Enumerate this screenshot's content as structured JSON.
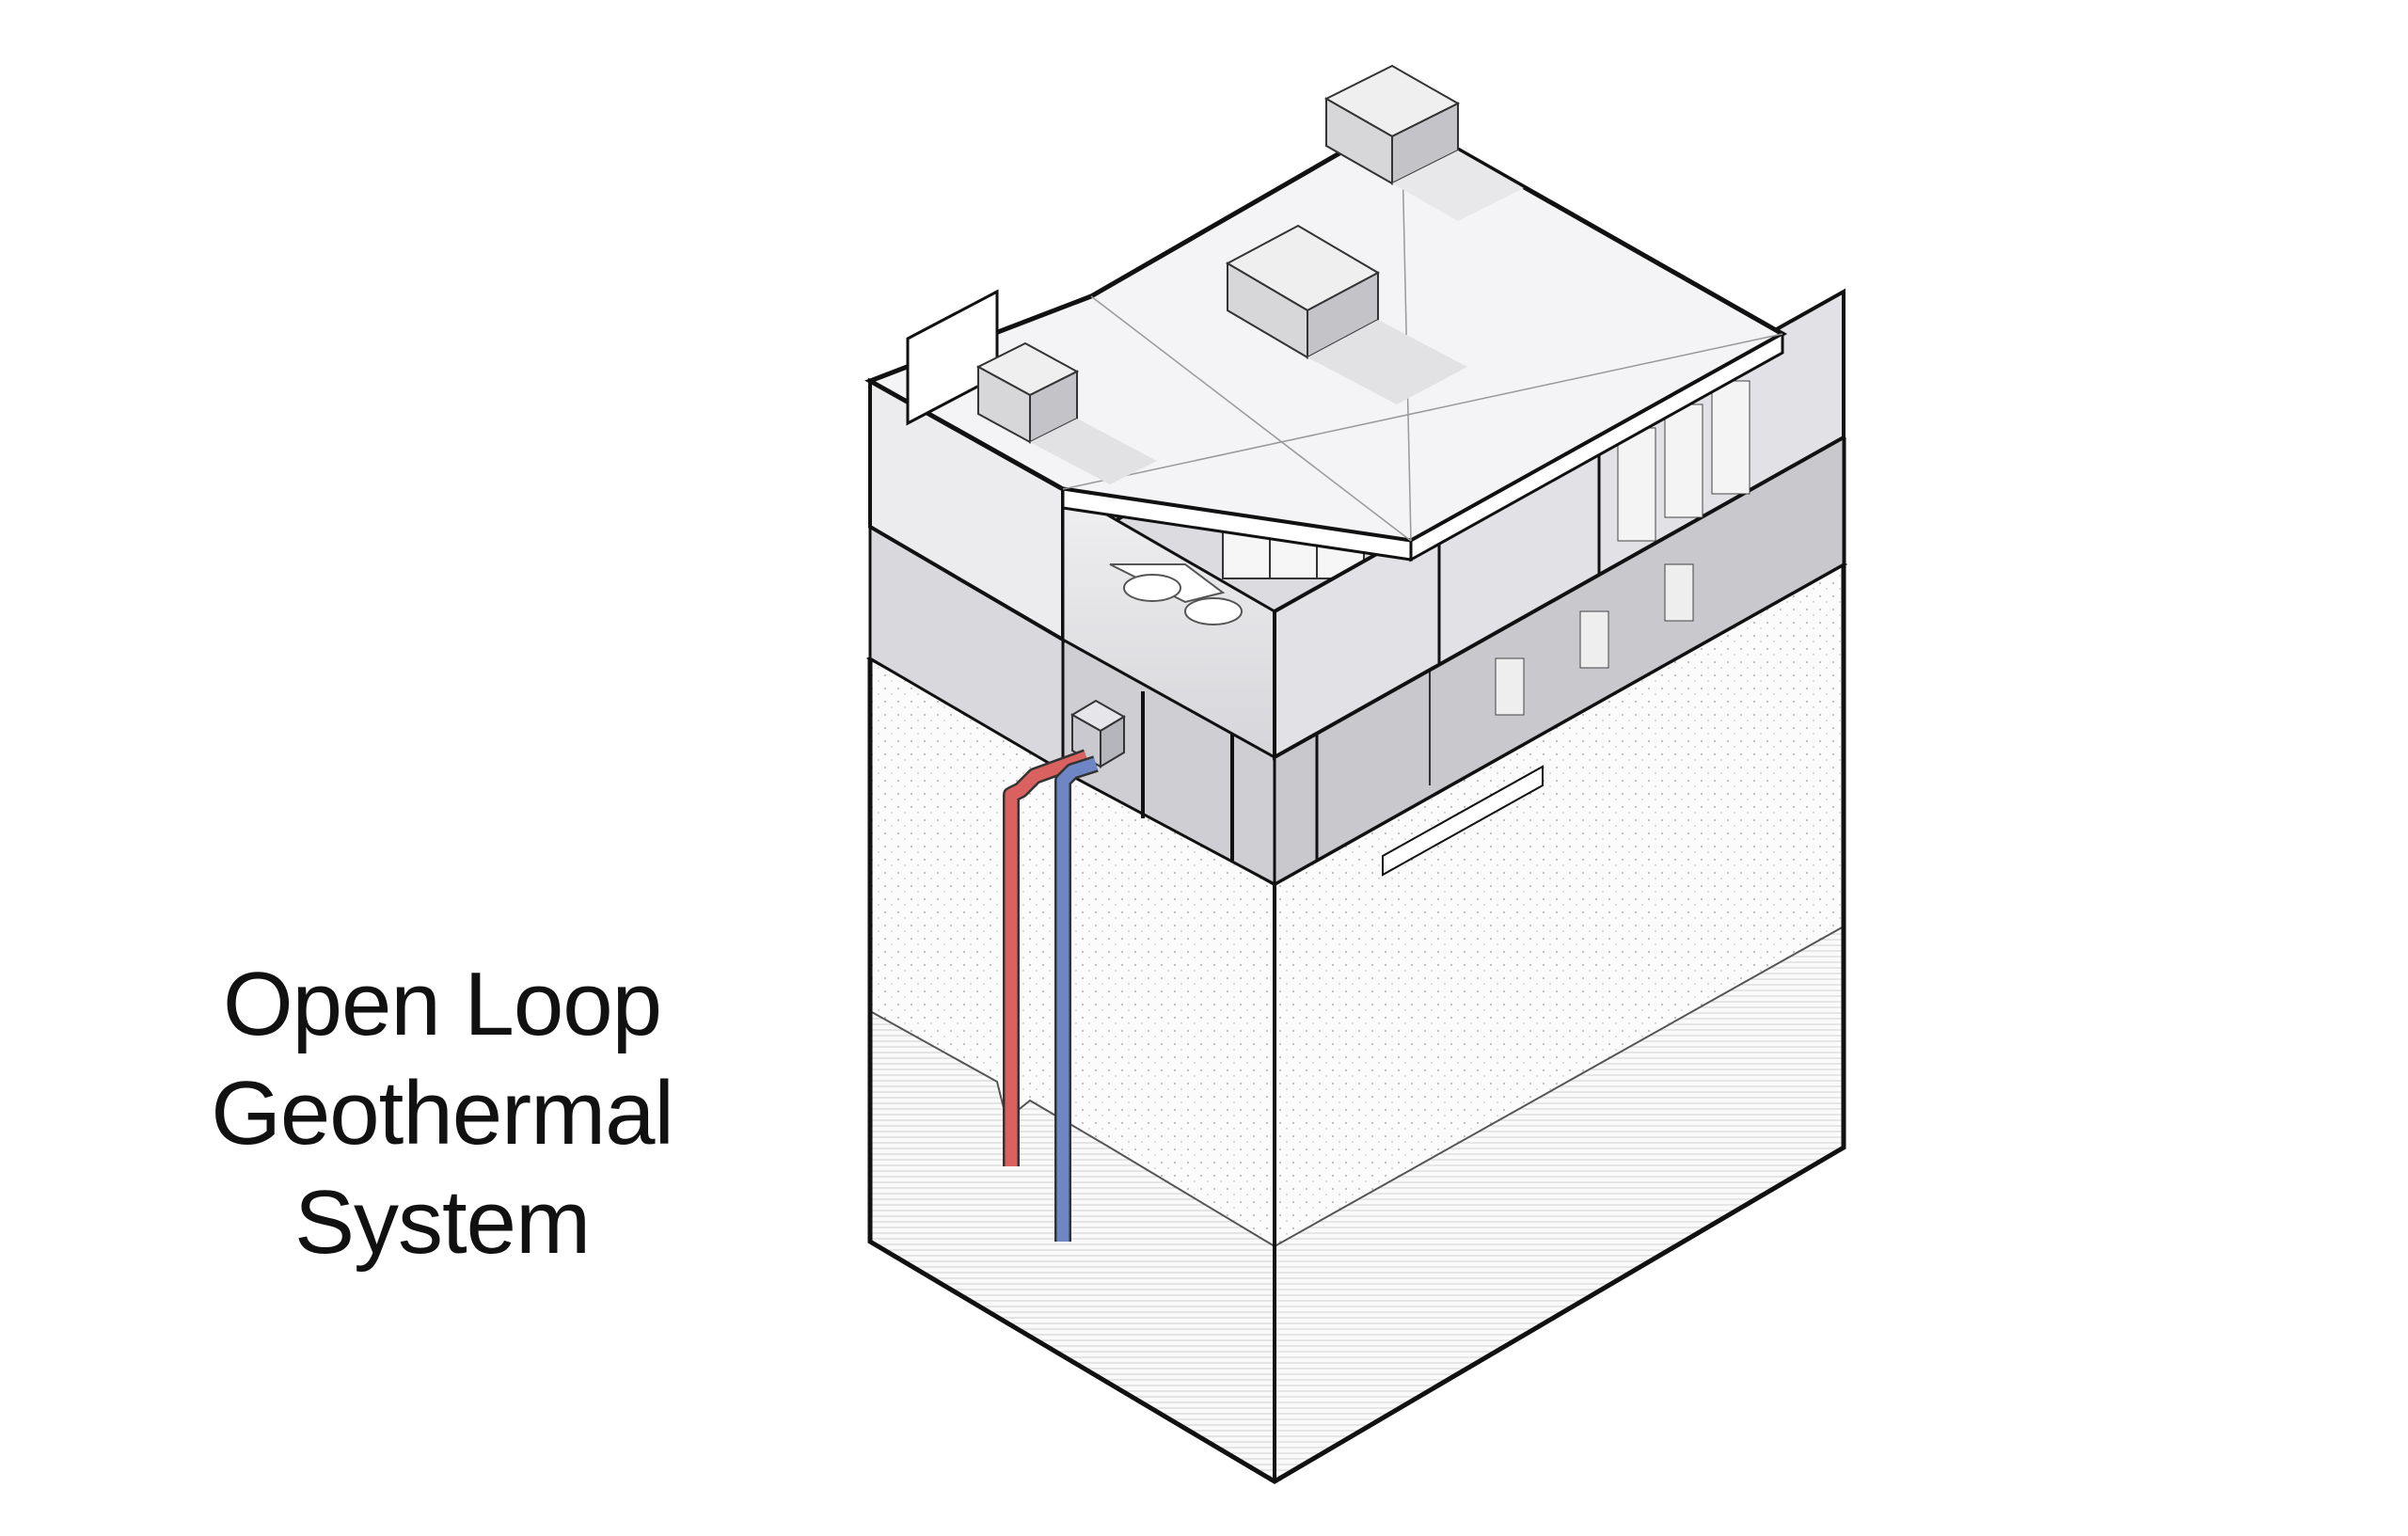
{
  "diagram": {
    "title_lines": [
      "Open Loop",
      "Geothermal",
      "System"
    ],
    "colors": {
      "supply_pipe": "#d9615f",
      "return_pipe": "#6f86c4",
      "outline": "#111111",
      "roof": "#f4f4f6",
      "interior": "#e3e3e6",
      "soil": "#fbfbfb"
    },
    "icons": [
      "heat-pump-unit",
      "rooftop-unit"
    ]
  }
}
